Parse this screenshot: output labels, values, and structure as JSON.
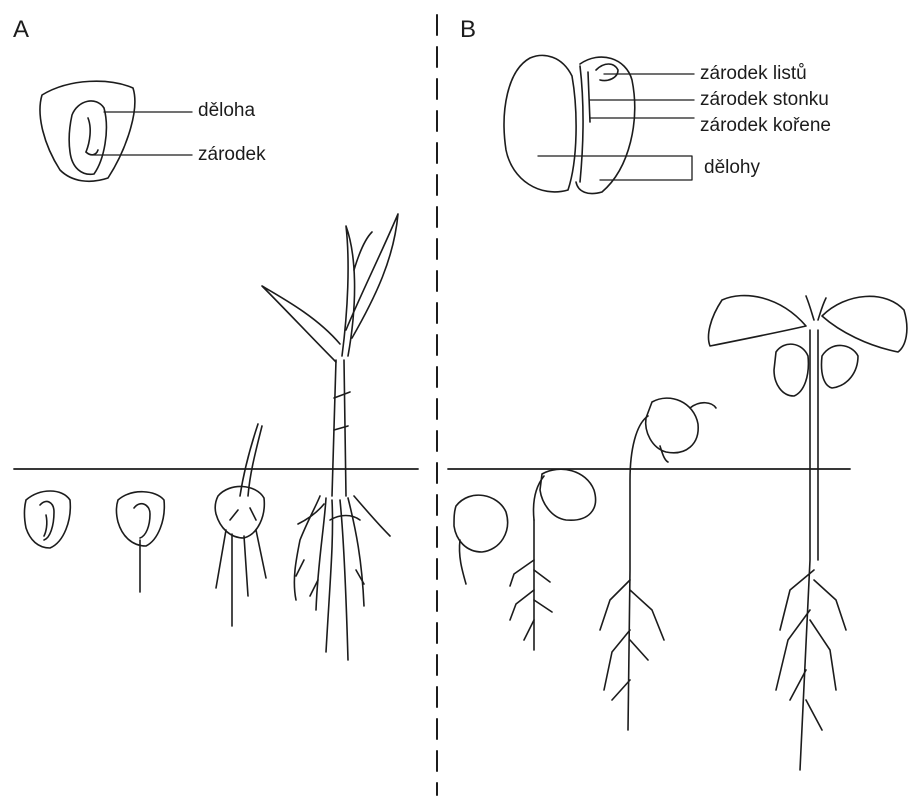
{
  "panel_a": {
    "letter": "A",
    "labels": {
      "cotyledon": "děloha",
      "embryo": "zárodek"
    }
  },
  "panel_b": {
    "letter": "B",
    "labels": {
      "leaf_embryo": "zárodek listů",
      "stem_embryo": "zárodek stonku",
      "root_embryo": "zárodek kořene",
      "cotyledons": "dělohy"
    }
  },
  "colors": {
    "ink": "#1c1c1c",
    "paper": "#ffffff"
  }
}
